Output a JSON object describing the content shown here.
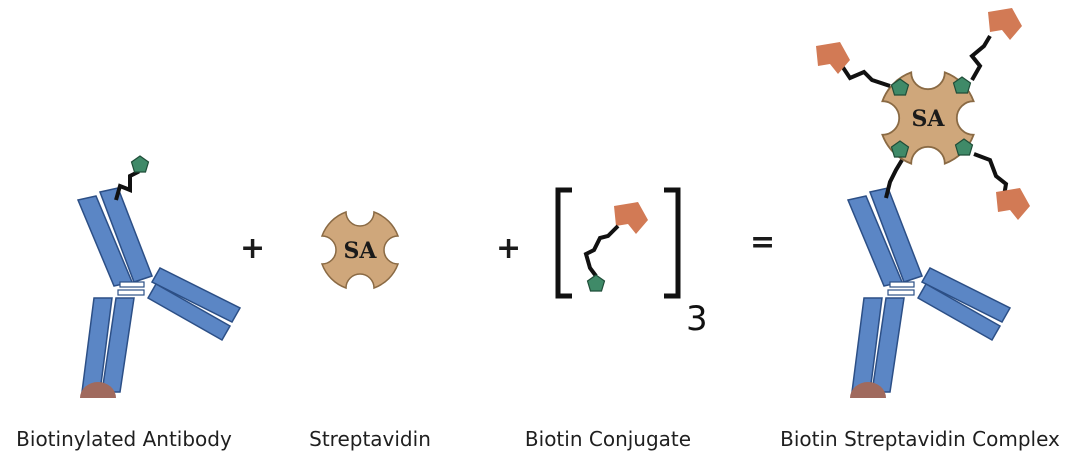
{
  "components": {
    "antibody": {
      "label": "Biotinylated Antibody"
    },
    "streptavidin": {
      "label": "Streptavidin",
      "symbol": "SA"
    },
    "conjugate": {
      "label": "Biotin Conjugate",
      "multiplier": "3"
    },
    "complex": {
      "label": "Biotin Streptavidin Complex",
      "symbol": "SA"
    }
  },
  "operators": {
    "plus1": "+",
    "plus2": "+",
    "equals": "="
  },
  "colors": {
    "antibody": "#5b86c5",
    "antibody_stroke": "#2c4f86",
    "fc_base": "#a06a5e",
    "streptavidin": "#cfa77b",
    "biotin": "#3f8a68",
    "conjugate": "#d27a55",
    "linker": "#111111"
  }
}
